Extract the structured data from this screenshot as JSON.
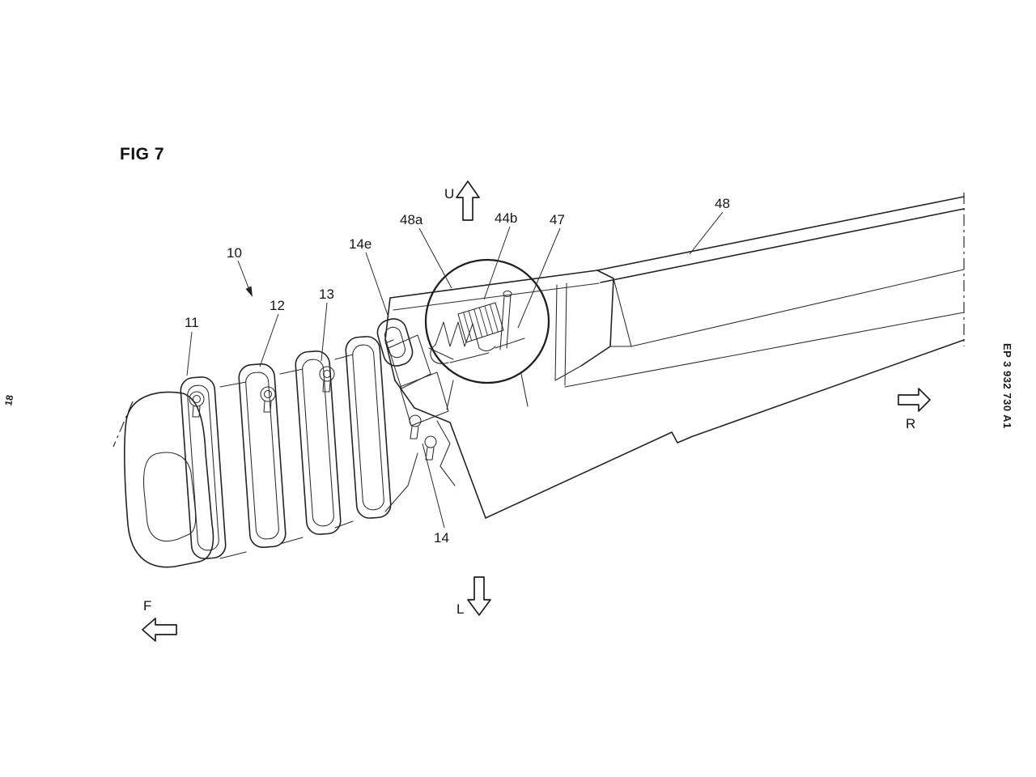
{
  "page": {
    "fig_label": "FIG 7",
    "sheet_number": "18",
    "patent_number": "EP 3 932 730 A1"
  },
  "figure": {
    "part_labels": {
      "l10": "10",
      "l11": "11",
      "l12": "12",
      "l13": "13",
      "l14": "14",
      "l14e": "14e",
      "l44b": "44b",
      "l47": "47",
      "l48": "48",
      "l48a": "48a"
    },
    "direction_labels": {
      "u": "U",
      "l": "L",
      "f": "F",
      "r": "R"
    }
  }
}
